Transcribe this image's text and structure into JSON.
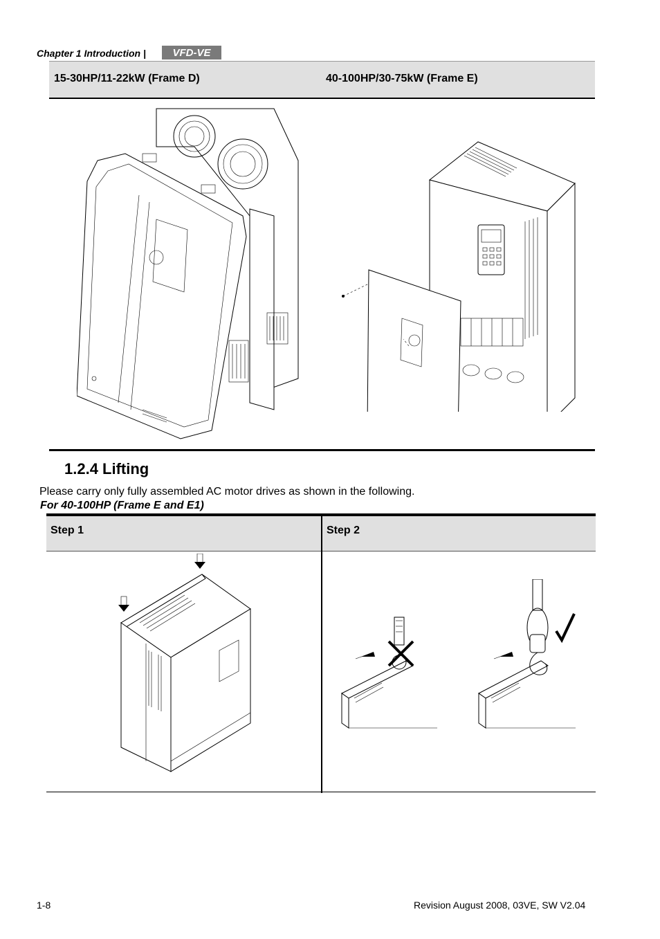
{
  "header": {
    "chapter": "Chapter 1 Introduction |",
    "logo_text": "VFD-VE"
  },
  "frame_table": {
    "col1": "15-30HP/11-22kW (Frame D)",
    "col2": "40-100HP/30-75kW (Frame E)"
  },
  "section": {
    "title": "1.2.4 Lifting",
    "paragraph": "Please carry only fully assembled AC motor drives as shown in the following.",
    "subheading": "For 40-100HP (Frame E and E1)"
  },
  "lift_table": {
    "step1": "Step 1",
    "step2": "Step 2"
  },
  "footer": {
    "page_number": "1-8",
    "revision": "Revision August 2008, 03VE, SW V2.04"
  }
}
